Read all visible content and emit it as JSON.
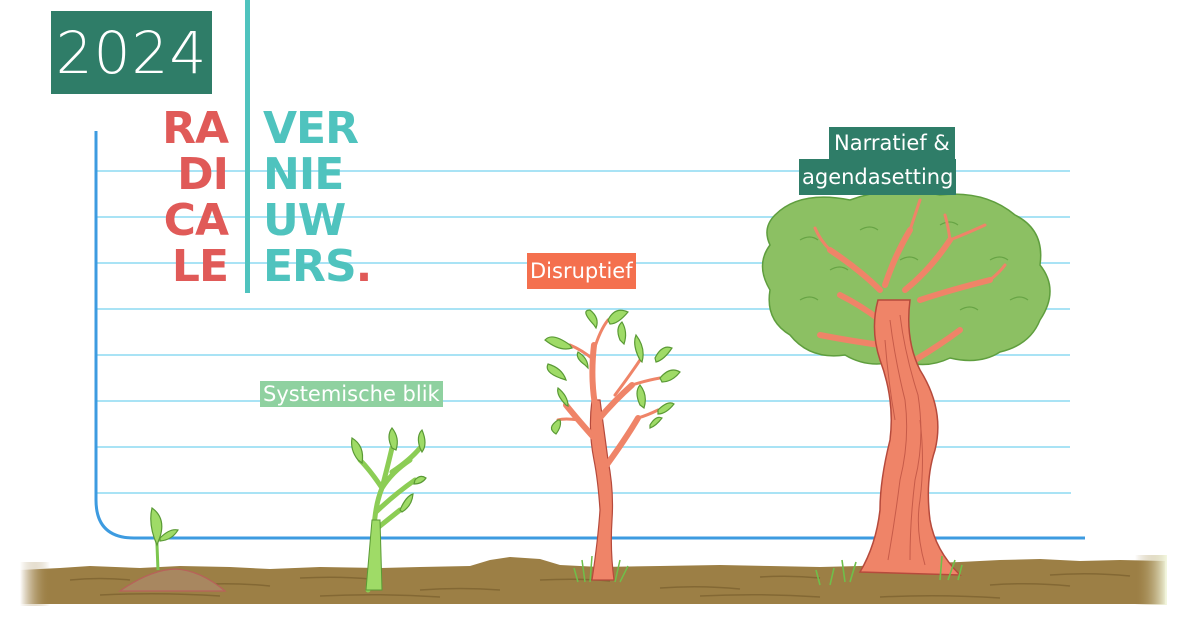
{
  "badge": {
    "year": "2024",
    "background": "#2f7d68"
  },
  "logo": {
    "left_lines": [
      "RA",
      "DI",
      "CA",
      "LE"
    ],
    "right_lines": [
      "VER",
      "NIE",
      "UW",
      "ERS"
    ],
    "right_terminal": ".",
    "left_color": "#e05a58",
    "right_color": "#4fc3be"
  },
  "stages": [
    {
      "id": "seedling",
      "label": "",
      "plant": "seedling"
    },
    {
      "id": "systemisch",
      "label": "Systemische blik",
      "label_color": "#8fd1a0",
      "plant": "young-sprout"
    },
    {
      "id": "disruptief",
      "label": "Disruptief",
      "label_color": "#f4704e",
      "plant": "sapling"
    },
    {
      "id": "narratief",
      "label_line1": "Narratief &",
      "label_line2": "agendasetting",
      "label_color": "#2f7d68",
      "plant": "mature-tree"
    }
  ],
  "colors": {
    "grid_line": "#a9e3f5",
    "axis": "#3d9be0",
    "soil": "#9c7f45",
    "trunk": "#ef8468",
    "foliage": "#8cc063",
    "leaf": "#9fdb67"
  }
}
